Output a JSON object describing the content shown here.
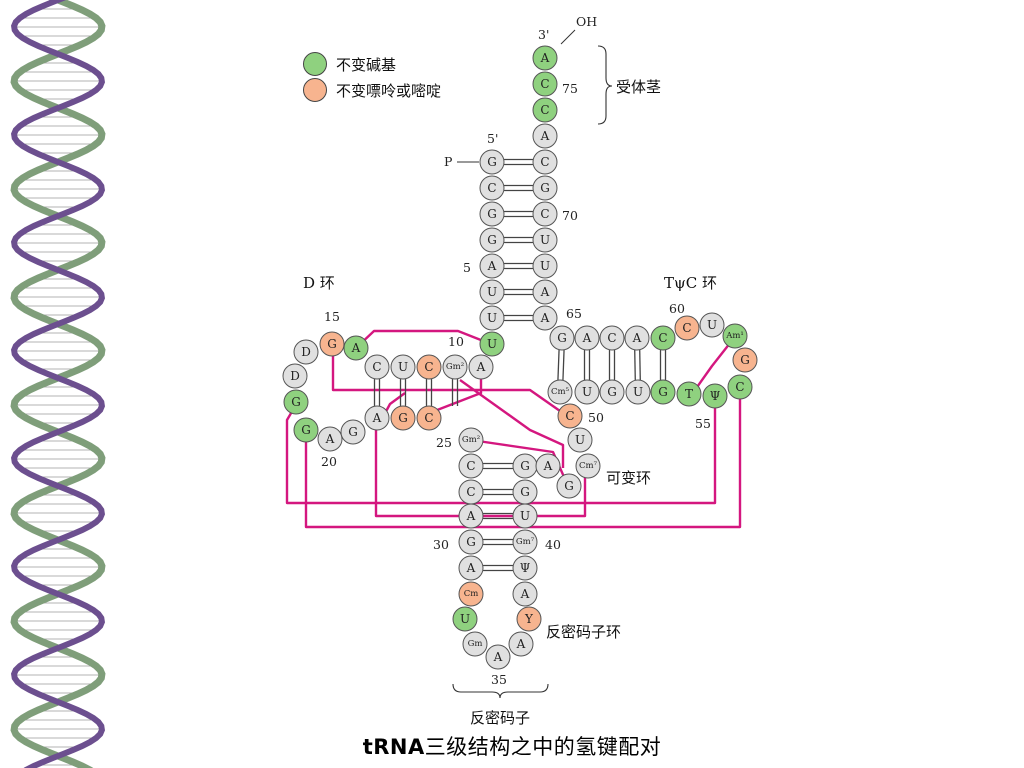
{
  "caption": "tRNA三级结构之中的氢键配对",
  "legend": [
    {
      "label": "不变碱基",
      "color": "#8fd17f"
    },
    {
      "label": "不变嘌呤或嘧啶",
      "color": "#f7b48f"
    }
  ],
  "colors": {
    "invariant": "#8fd17f",
    "purine_pyrimidine": "#f7b48f",
    "normal": "#e0e0e0",
    "tertiary_bond": "#d4177f",
    "helix_strand": "#7f9e7a",
    "helix_strand2": "#6c4f8f"
  },
  "labels": {
    "oh": "OH",
    "three_prime": "3'",
    "five_prime": "5'",
    "phosphate": "P",
    "acceptor_stem": "受体茎",
    "d_loop": "D 环",
    "tpsic_loop": "TψC 环",
    "variable_loop": "可变环",
    "anticodon_loop": "反密码子环",
    "anticodon": "反密码子"
  },
  "numbers": [
    "75",
    "70",
    "5",
    "65",
    "60",
    "15",
    "10",
    "50",
    "55",
    "25",
    "20",
    "30",
    "40",
    "35"
  ],
  "nucleotides": [
    {
      "id": "n76",
      "t": "A",
      "c": "g"
    },
    {
      "id": "n75",
      "t": "C",
      "c": "g"
    },
    {
      "id": "n74",
      "t": "C",
      "c": "g"
    },
    {
      "id": "n73",
      "t": "A",
      "c": "n"
    },
    {
      "id": "n72",
      "t": "C",
      "c": "n"
    },
    {
      "id": "n71",
      "t": "G",
      "c": "n"
    },
    {
      "id": "n70",
      "t": "C",
      "c": "n"
    },
    {
      "id": "n69",
      "t": "U",
      "c": "n"
    },
    {
      "id": "n68",
      "t": "U",
      "c": "n"
    },
    {
      "id": "n67",
      "t": "A",
      "c": "n"
    },
    {
      "id": "n66",
      "t": "A",
      "c": "n"
    },
    {
      "id": "n1",
      "t": "G",
      "c": "n"
    },
    {
      "id": "n2",
      "t": "C",
      "c": "n"
    },
    {
      "id": "n3",
      "t": "G",
      "c": "n"
    },
    {
      "id": "n4",
      "t": "G",
      "c": "n"
    },
    {
      "id": "n5",
      "t": "A",
      "c": "n"
    },
    {
      "id": "n6",
      "t": "U",
      "c": "n"
    },
    {
      "id": "n7",
      "t": "U",
      "c": "n"
    },
    {
      "id": "n8",
      "t": "U",
      "c": "g"
    },
    {
      "id": "n9",
      "t": "A",
      "c": "n"
    },
    {
      "id": "n10",
      "t": "Gm²",
      "c": "n"
    },
    {
      "id": "n11",
      "t": "C",
      "c": "o"
    },
    {
      "id": "n12",
      "t": "U",
      "c": "n"
    },
    {
      "id": "n13",
      "t": "C",
      "c": "n"
    },
    {
      "id": "n14",
      "t": "A",
      "c": "g"
    },
    {
      "id": "n15",
      "t": "G",
      "c": "o"
    },
    {
      "id": "n16",
      "t": "D",
      "c": "n"
    },
    {
      "id": "n17",
      "t": "D",
      "c": "n"
    },
    {
      "id": "n18",
      "t": "G",
      "c": "g"
    },
    {
      "id": "n19",
      "t": "G",
      "c": "g"
    },
    {
      "id": "n20",
      "t": "A",
      "c": "n"
    },
    {
      "id": "n21",
      "t": "G",
      "c": "n"
    },
    {
      "id": "n22",
      "t": "A",
      "c": "n"
    },
    {
      "id": "n23",
      "t": "G",
      "c": "o"
    },
    {
      "id": "n24",
      "t": "C",
      "c": "o"
    },
    {
      "id": "n26",
      "t": "Gm²",
      "c": "n"
    },
    {
      "id": "n27",
      "t": "C",
      "c": "n"
    },
    {
      "id": "n28",
      "t": "C",
      "c": "n"
    },
    {
      "id": "n29",
      "t": "A",
      "c": "n"
    },
    {
      "id": "n30",
      "t": "G",
      "c": "n"
    },
    {
      "id": "n31",
      "t": "A",
      "c": "n"
    },
    {
      "id": "n32",
      "t": "Cm",
      "c": "o"
    },
    {
      "id": "n33",
      "t": "U",
      "c": "g"
    },
    {
      "id": "n34",
      "t": "Gm",
      "c": "n"
    },
    {
      "id": "n35",
      "t": "A",
      "c": "n"
    },
    {
      "id": "n36",
      "t": "A",
      "c": "n"
    },
    {
      "id": "n37",
      "t": "Y",
      "c": "o"
    },
    {
      "id": "n38",
      "t": "A",
      "c": "n"
    },
    {
      "id": "n39",
      "t": "Ψ",
      "c": "n"
    },
    {
      "id": "n40",
      "t": "Gm⁷",
      "c": "n"
    },
    {
      "id": "n41",
      "t": "U",
      "c": "n"
    },
    {
      "id": "n42",
      "t": "G",
      "c": "n"
    },
    {
      "id": "n43",
      "t": "G",
      "c": "n"
    },
    {
      "id": "n44",
      "t": "A",
      "c": "n"
    },
    {
      "id": "n45",
      "t": "G",
      "c": "n"
    },
    {
      "id": "n46",
      "t": "Cm⁷",
      "c": "n"
    },
    {
      "id": "n47",
      "t": "U",
      "c": "n"
    },
    {
      "id": "n48",
      "t": "C",
      "c": "o"
    },
    {
      "id": "n49",
      "t": "Cm⁵",
      "c": "n"
    },
    {
      "id": "n50",
      "t": "U",
      "c": "n"
    },
    {
      "id": "n51",
      "t": "G",
      "c": "n"
    },
    {
      "id": "n52",
      "t": "U",
      "c": "n"
    },
    {
      "id": "n53",
      "t": "G",
      "c": "g"
    },
    {
      "id": "n54",
      "t": "T",
      "c": "g"
    },
    {
      "id": "n55",
      "t": "Ψ",
      "c": "g"
    },
    {
      "id": "n56",
      "t": "C",
      "c": "g"
    },
    {
      "id": "n57",
      "t": "G",
      "c": "o"
    },
    {
      "id": "n58",
      "t": "Am¹",
      "c": "g"
    },
    {
      "id": "n59",
      "t": "U",
      "c": "n"
    },
    {
      "id": "n60",
      "t": "C",
      "c": "o"
    },
    {
      "id": "n61",
      "t": "C",
      "c": "g"
    },
    {
      "id": "n62",
      "t": "A",
      "c": "n"
    },
    {
      "id": "n63",
      "t": "C",
      "c": "n"
    },
    {
      "id": "n64",
      "t": "A",
      "c": "n"
    },
    {
      "id": "n65",
      "t": "G",
      "c": "n"
    }
  ]
}
